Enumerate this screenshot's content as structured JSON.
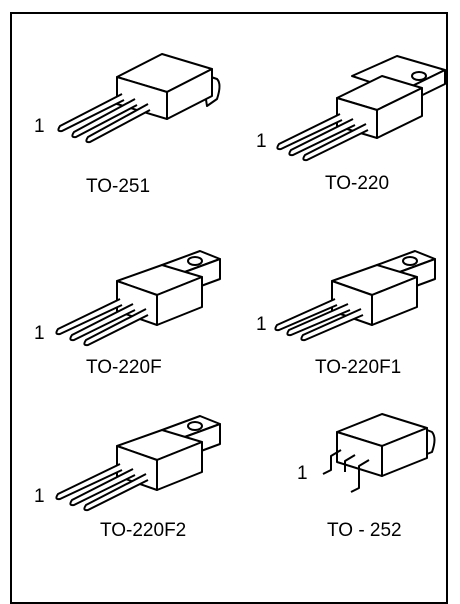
{
  "packages": [
    {
      "name": "TO-251",
      "pin_label": "1"
    },
    {
      "name": "TO-220",
      "pin_label": "1"
    },
    {
      "name": "TO-220F",
      "pin_label": "1"
    },
    {
      "name": "TO-220F1",
      "pin_label": "1"
    },
    {
      "name": "TO-220F2",
      "pin_label": "1"
    },
    {
      "name": "TO - 252",
      "pin_label": "1"
    }
  ]
}
